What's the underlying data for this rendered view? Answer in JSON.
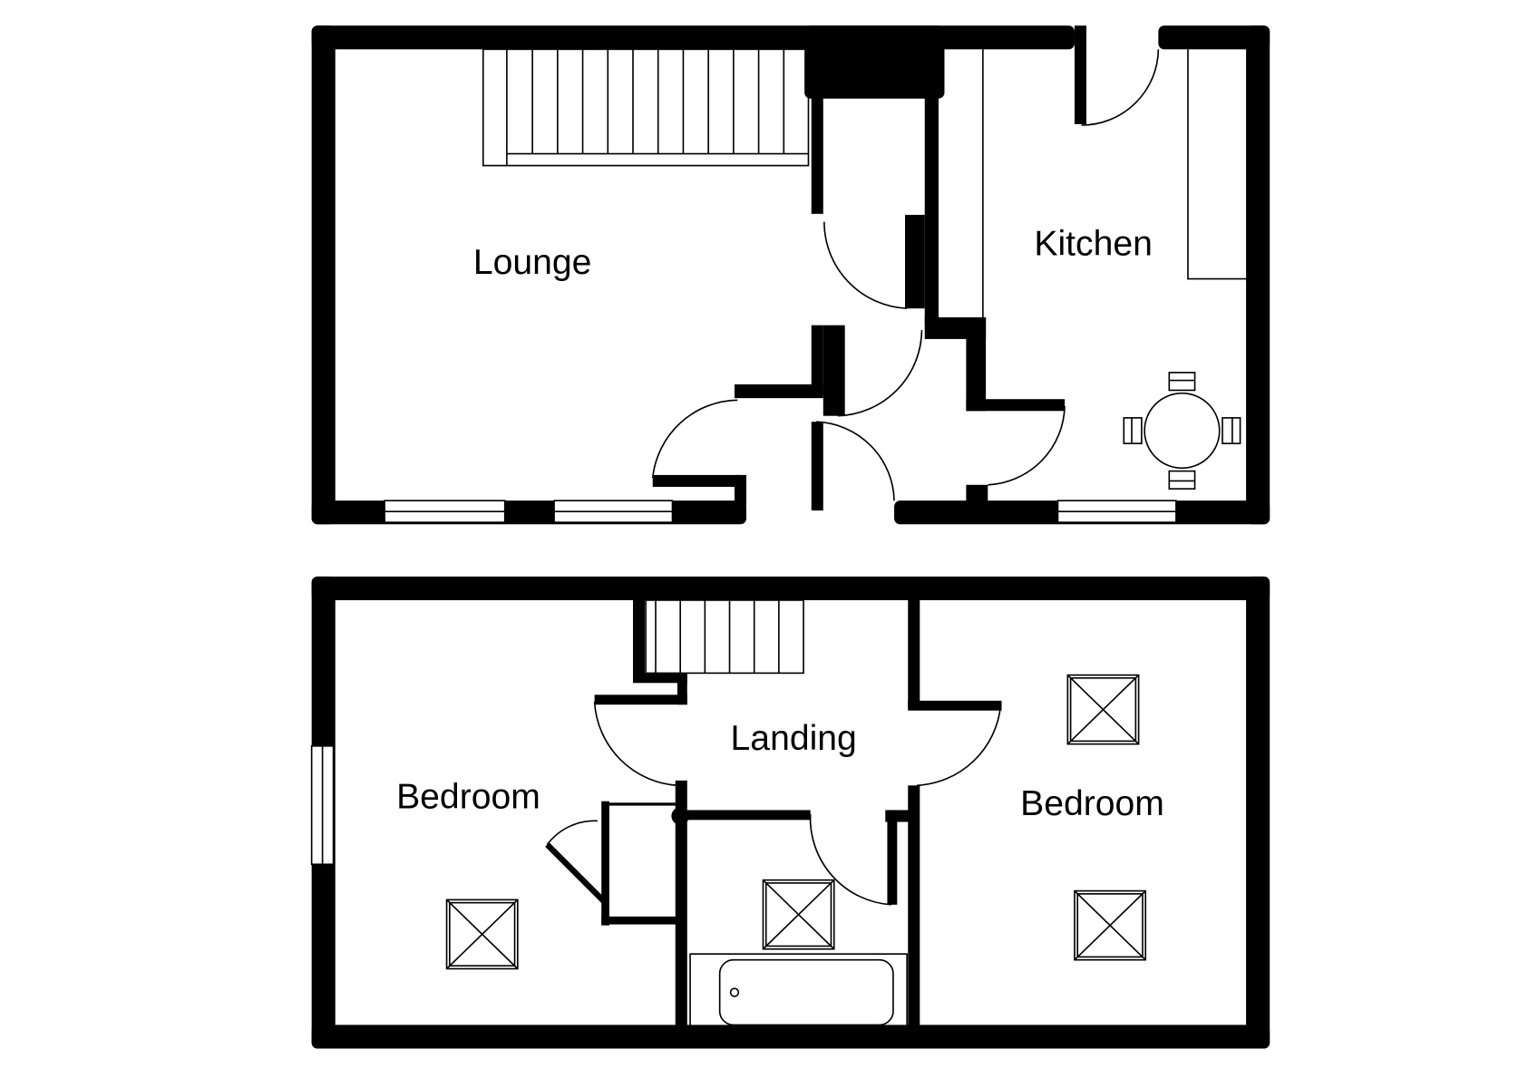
{
  "ground_floor": {
    "rooms": [
      {
        "label": "Lounge"
      },
      {
        "label": "Kitchen"
      }
    ]
  },
  "first_floor": {
    "rooms": [
      {
        "label": "Landing"
      },
      {
        "label": "Bedroom"
      },
      {
        "label": "Bedroom"
      }
    ]
  },
  "colors": {
    "wall": "#000000",
    "background": "#ffffff"
  }
}
